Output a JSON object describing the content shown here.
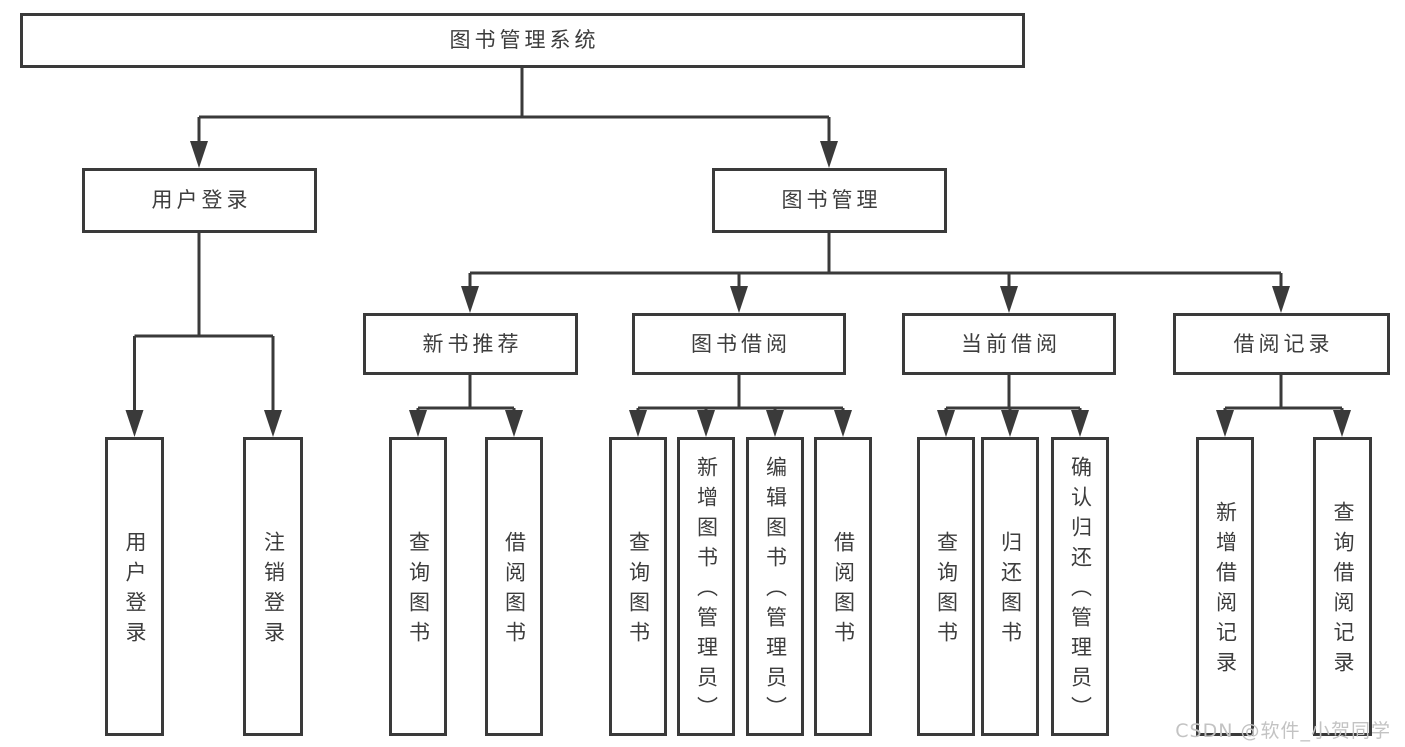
{
  "diagram": {
    "root": {
      "label": "图书管理系统",
      "children": [
        {
          "label": "用户登录",
          "children": [
            {
              "label": "用户登录"
            },
            {
              "label": "注销登录"
            }
          ]
        },
        {
          "label": "图书管理",
          "children": [
            {
              "label": "新书推荐",
              "children": [
                {
                  "label": "查询图书"
                },
                {
                  "label": "借阅图书"
                }
              ]
            },
            {
              "label": "图书借阅",
              "children": [
                {
                  "label": "查询图书"
                },
                {
                  "label": "新增图书（管理员）"
                },
                {
                  "label": "编辑图书（管理员）"
                },
                {
                  "label": "借阅图书"
                }
              ]
            },
            {
              "label": "当前借阅",
              "children": [
                {
                  "label": "查询图书"
                },
                {
                  "label": "归还图书"
                },
                {
                  "label": "确认归还（管理员）"
                }
              ]
            },
            {
              "label": "借阅记录",
              "children": [
                {
                  "label": "新增借阅记录"
                },
                {
                  "label": "查询借阅记录"
                }
              ]
            }
          ]
        }
      ]
    }
  },
  "watermark": {
    "text": "CSDN @软件_小贺同学"
  },
  "colors": {
    "background": "#ffffff",
    "box_border": "#3a3a3a",
    "box_fill": "#ffffff",
    "text": "#3d3d3d",
    "connector": "#3a3a3a",
    "watermark": "#c3c3c3"
  }
}
